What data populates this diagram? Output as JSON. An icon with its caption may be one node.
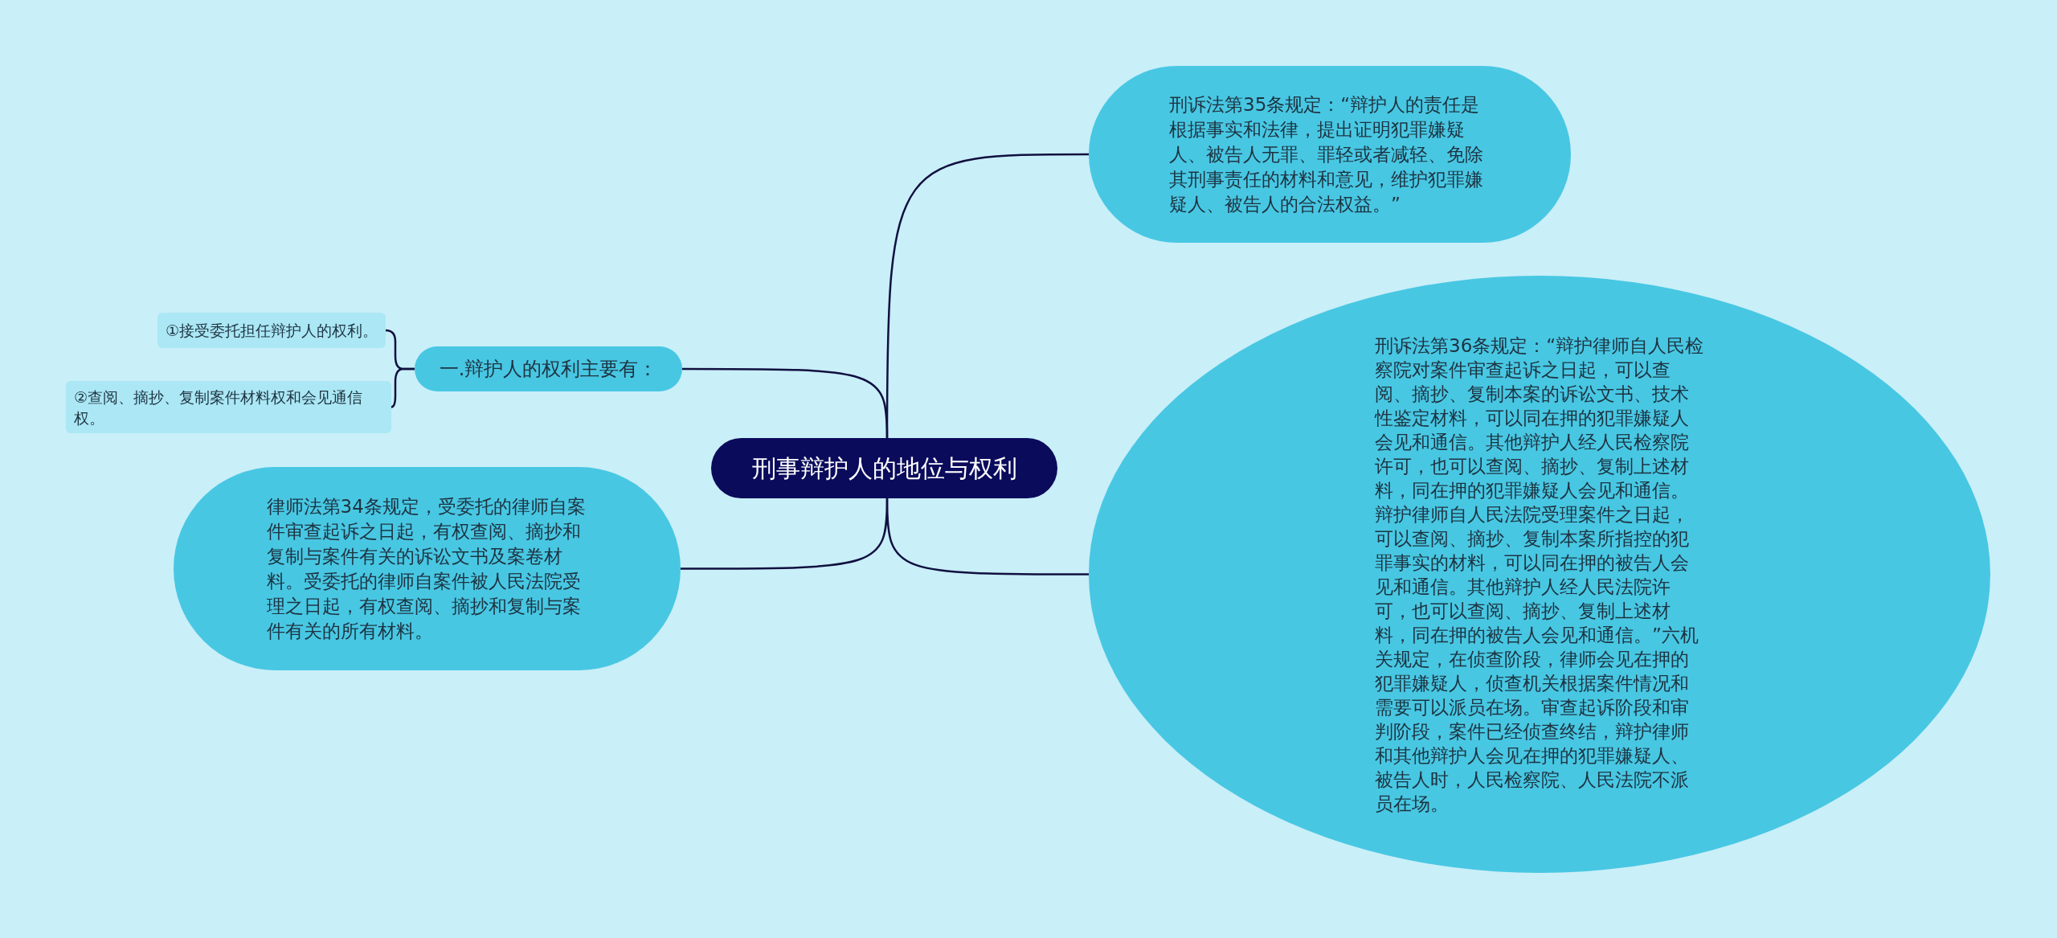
{
  "diagram": {
    "nodes": [
      {
        "text": [
          "刑事辩护人的地位与权利"
        ]
      },
      {
        "text": [
          "刑诉法第35条规定：“辩护人的责任是根据事实和法律，提出证明犯罪嫌疑人、被告人无罪、罪轻或者减轻、免除其刑事责任的材料和意见，维护犯罪嫌疑人、被告人的合法权益。”"
        ]
      },
      {
        "text": [
          "刑诉法第36条规定：“辩护律师自人民检察院对案件审查起诉之日起，可以查阅、摘抄、复制本案的诉讼文书、技术性鉴定材料，可以同在押的犯罪嫌疑人会见和通信。其他辩护人经人民检察院许可，也可以查阅、摘抄、复制上述材料，同在押的犯罪嫌疑人会见和通信。辩护律师自人民法院受理案件之日起，可以查阅、摘抄、复制本案所指控的犯罪事实的材料，可以同在押的被告人会见和通信。其他辩护人经人民法院许可，也可以查阅、摘抄、复制上述材料，同在押的被告人会见和通信。”六机关规定，在侦查阶段，律师会见在押的犯罪嫌疑人，侦查机关根据案件情况和需要可以派员在场。审查起诉阶段和审判阶段，案件已经侦查终结，辩护律师和其他辩护人会见在押的犯罪嫌疑人、被告人时，人民检察院、人民法院不派员在场。"
        ]
      },
      {
        "text": [
          "一.辩护人的权利主要有："
        ]
      },
      {
        "text": [
          "①接受委托担任辩护人的权利。"
        ]
      },
      {
        "text": [
          "②查阅、摘抄、复制案件材料权和会见通信权。"
        ]
      },
      {
        "text": [
          "律师法第34条规定，受委托的律师自案件审查起诉之日起，有权查阅、摘抄和复制与案件有关的诉讼文书及案卷材料。受委托的律师自案件被人民法院受理之日起，有权查阅、摘抄和复制与案件有关的所有材料。"
        ]
      }
    ],
    "edges": [
      {
        "from": 0,
        "to": 1,
        "arrow": "none"
      },
      {
        "from": 0,
        "to": 2,
        "arrow": "none"
      },
      {
        "from": 0,
        "to": 3,
        "arrow": "none"
      },
      {
        "from": 0,
        "to": 6,
        "arrow": "none"
      },
      {
        "from": 3,
        "to": 4,
        "arrow": "none"
      },
      {
        "from": 3,
        "to": 5,
        "arrow": "none"
      }
    ]
  }
}
